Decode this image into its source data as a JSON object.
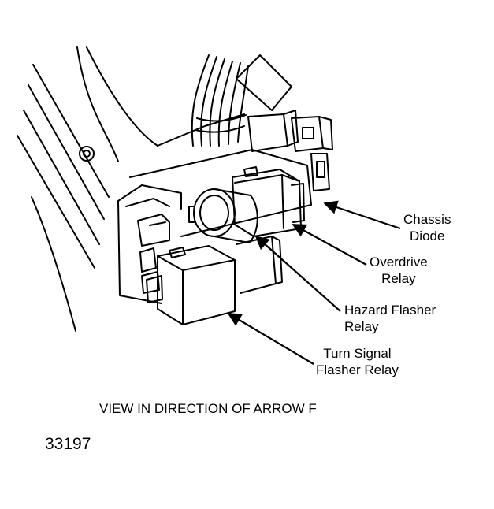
{
  "labels": {
    "chassis_diode": [
      "Chassis",
      "Diode"
    ],
    "overdrive_relay": [
      "Overdrive",
      "Relay"
    ],
    "hazard_flasher_relay": [
      "Hazard Flasher",
      "Relay"
    ],
    "turn_signal_flasher_relay": [
      "Turn Signal",
      "Flasher Relay"
    ]
  },
  "caption": "VIEW IN DIRECTION OF ARROW F",
  "figure_number": "33197"
}
